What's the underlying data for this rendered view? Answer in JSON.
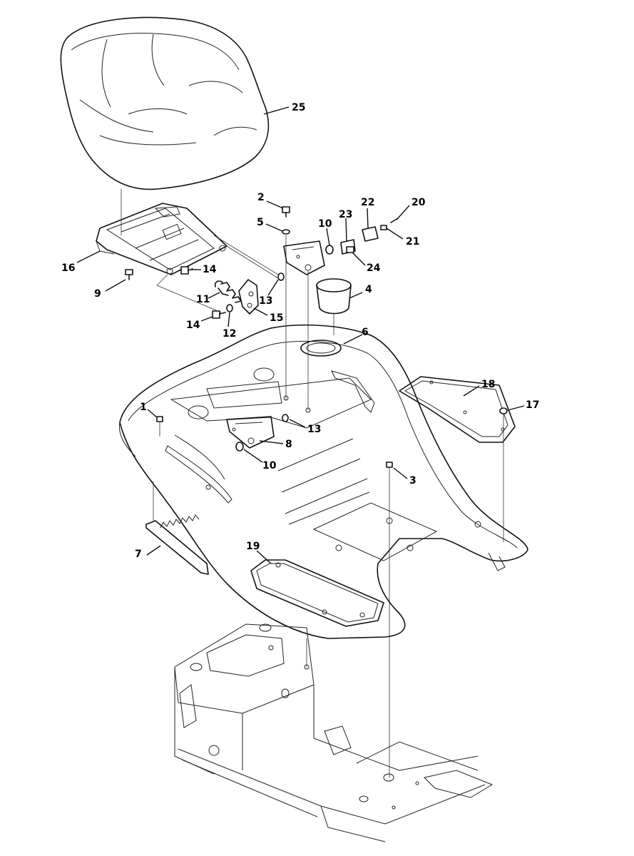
{
  "callouts": [
    {
      "id": "25",
      "text": "25"
    },
    {
      "id": "2",
      "text": "2"
    },
    {
      "id": "5",
      "text": "5"
    },
    {
      "id": "10a",
      "text": "10"
    },
    {
      "id": "23",
      "text": "23"
    },
    {
      "id": "22",
      "text": "22"
    },
    {
      "id": "20",
      "text": "20"
    },
    {
      "id": "21",
      "text": "21"
    },
    {
      "id": "24",
      "text": "24"
    },
    {
      "id": "16",
      "text": "16"
    },
    {
      "id": "14a",
      "text": "14"
    },
    {
      "id": "9",
      "text": "9"
    },
    {
      "id": "11",
      "text": "11"
    },
    {
      "id": "13a",
      "text": "13"
    },
    {
      "id": "4",
      "text": "4"
    },
    {
      "id": "14b",
      "text": "14"
    },
    {
      "id": "12",
      "text": "12"
    },
    {
      "id": "15",
      "text": "15"
    },
    {
      "id": "6",
      "text": "6"
    },
    {
      "id": "18",
      "text": "18"
    },
    {
      "id": "17",
      "text": "17"
    },
    {
      "id": "1",
      "text": "1"
    },
    {
      "id": "13b",
      "text": "13"
    },
    {
      "id": "8",
      "text": "8"
    },
    {
      "id": "10b",
      "text": "10"
    },
    {
      "id": "3",
      "text": "3"
    },
    {
      "id": "19",
      "text": "19"
    },
    {
      "id": "7",
      "text": "7"
    }
  ]
}
